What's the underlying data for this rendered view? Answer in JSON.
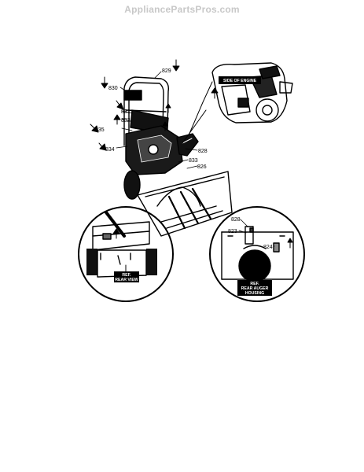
{
  "watermark": "AppliancePartsPros.com",
  "callouts": {
    "c823": "823",
    "c824": "824",
    "c826": "826",
    "c828a": "828",
    "c828b": "828",
    "c829": "829",
    "c830": "830",
    "c831": "831",
    "c832": "832",
    "c833": "833",
    "c834": "834",
    "c835": "835"
  },
  "tags": {
    "side_of_engine": "SIDE OF ENGINE",
    "rear_view_1": "REF.",
    "rear_view_2": "REAR VIEW",
    "rear_auger_1": "REF.",
    "rear_auger_2": "REAR AUGER",
    "rear_auger_3": "HOUSING"
  }
}
